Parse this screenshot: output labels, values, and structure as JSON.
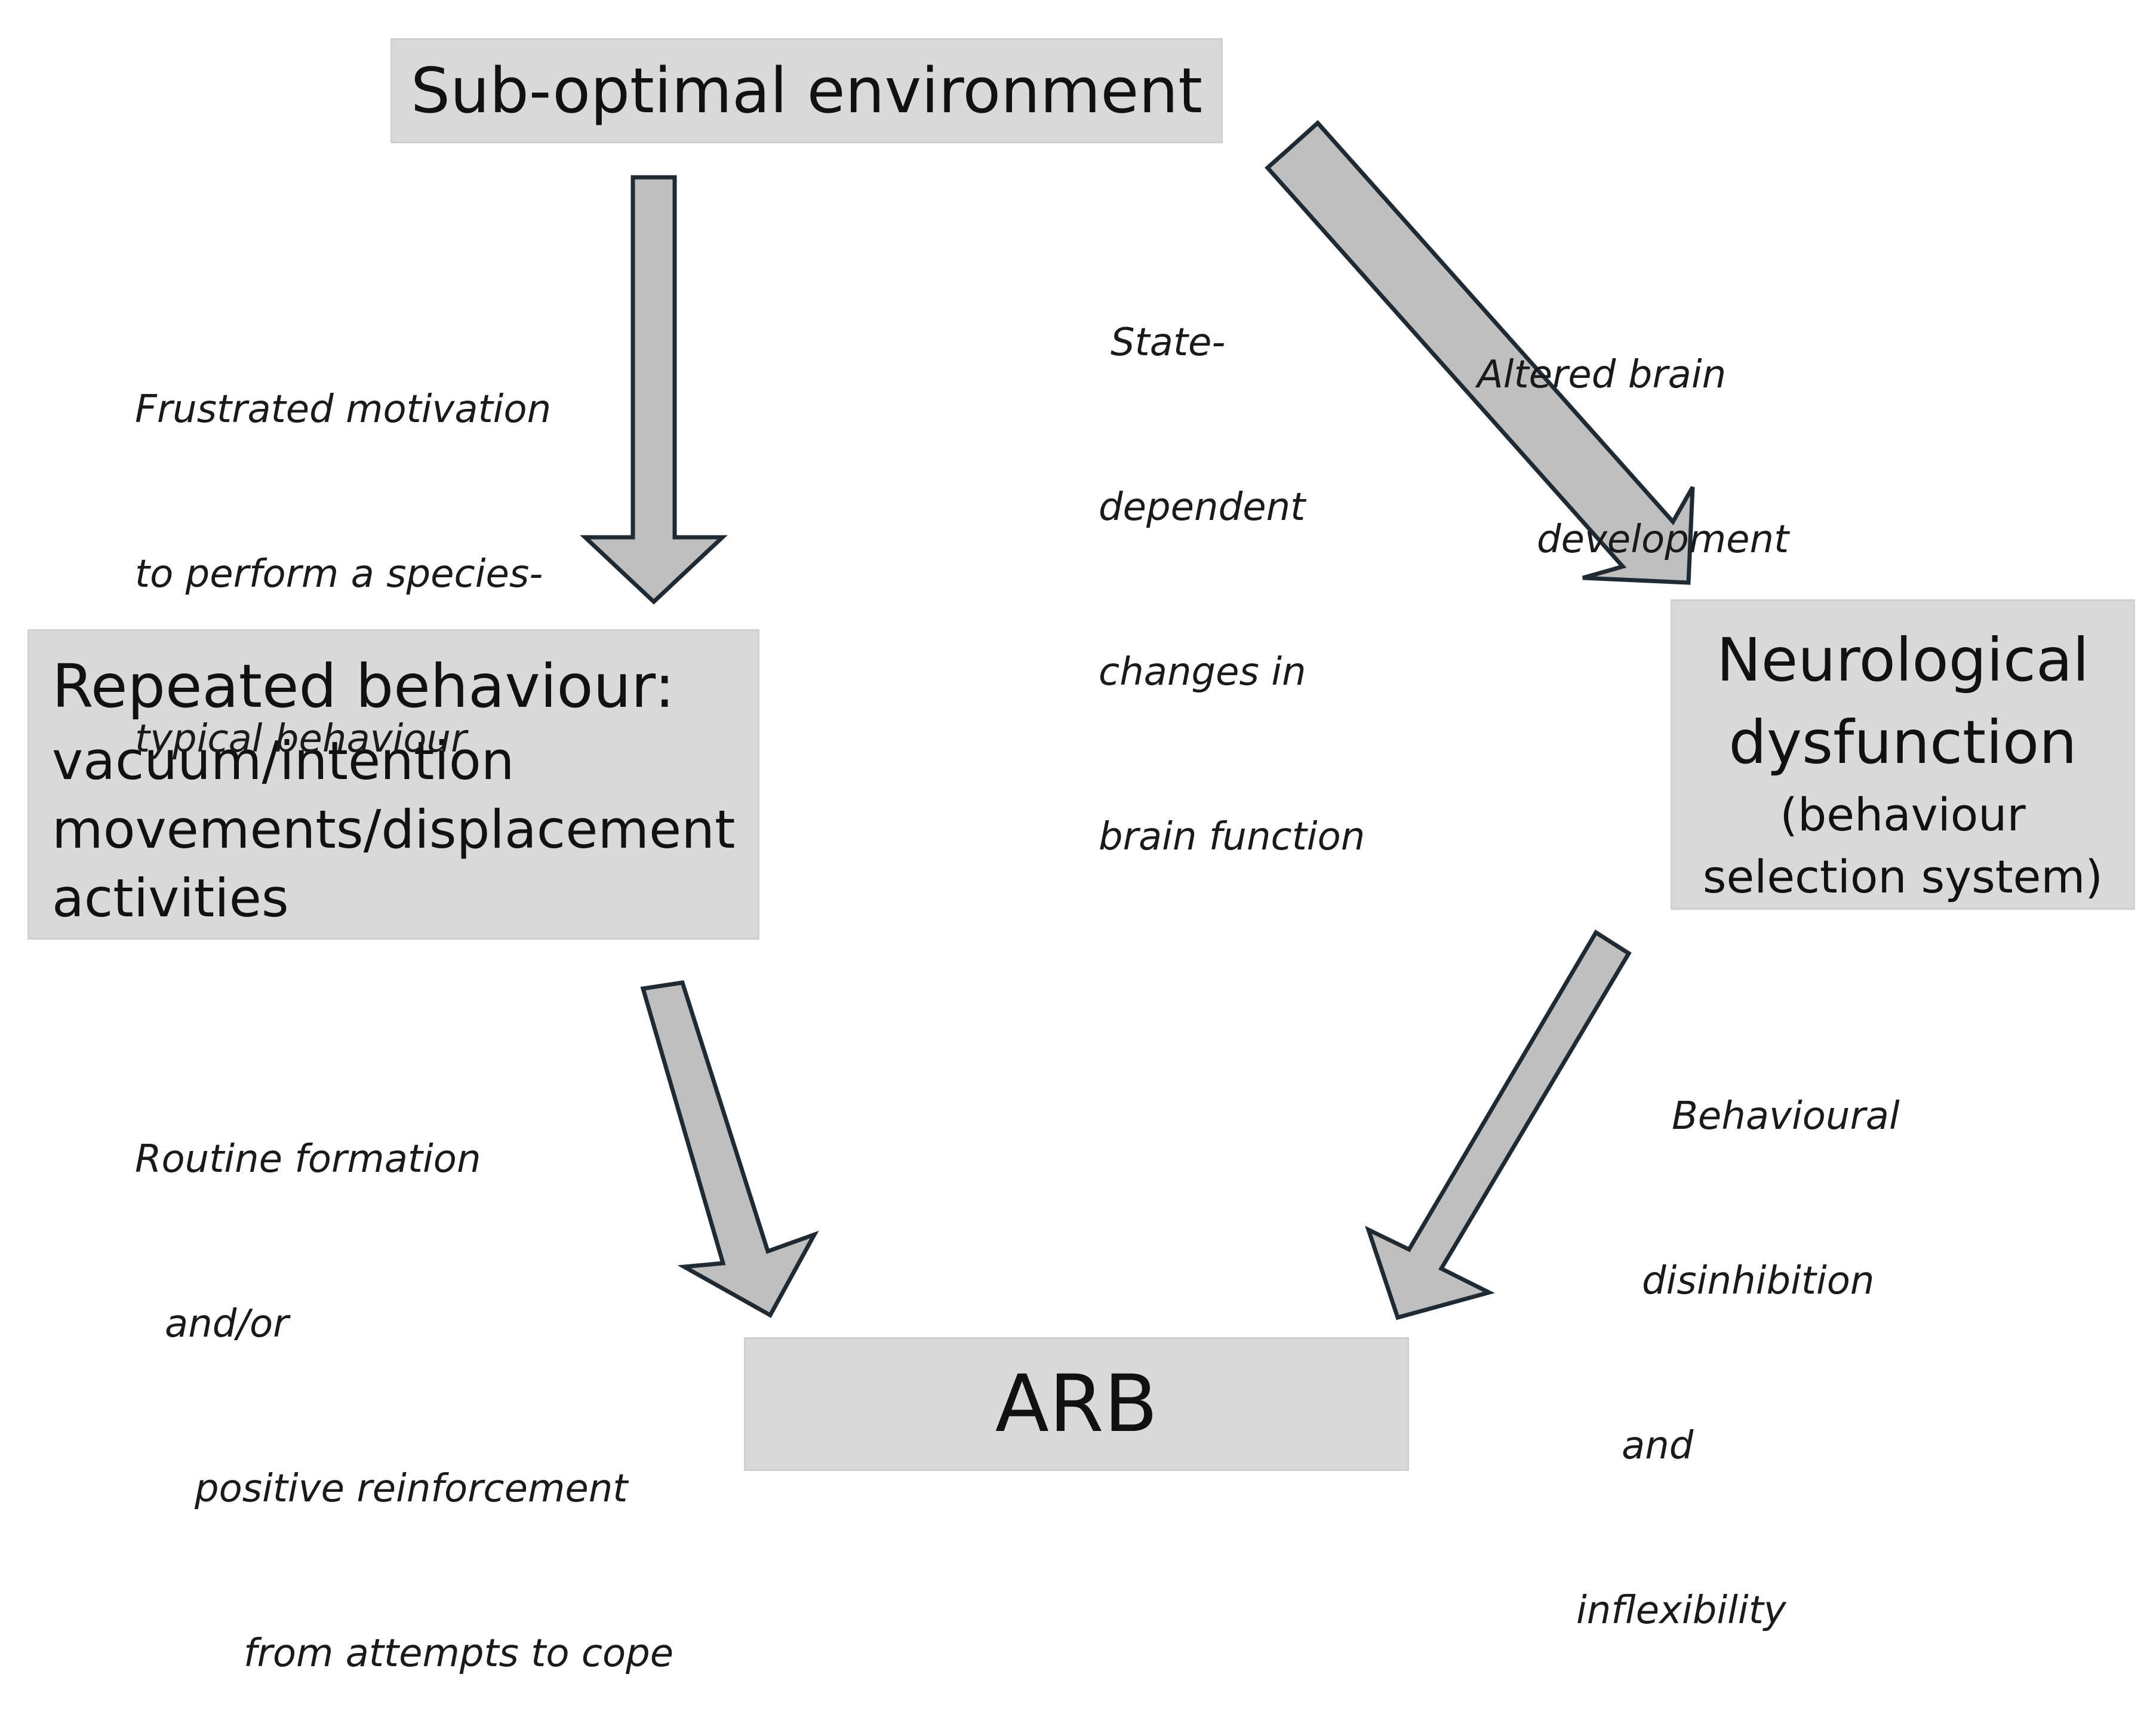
{
  "boxes": {
    "environment": "Sub-optimal environment",
    "repeated": {
      "title": "Repeated behaviour:",
      "lines": [
        "vacuum/intention",
        "movements/displacement",
        "activities"
      ]
    },
    "neuro": {
      "title_lines": [
        "Neurological",
        "dysfunction"
      ],
      "sub_lines": [
        "(behaviour",
        "selection system)"
      ]
    },
    "arb": "ARB"
  },
  "labels": {
    "frustrated": [
      "Frustrated motivation",
      "to perform a species-",
      "typical behaviour"
    ],
    "state": [
      "State-",
      "dependent",
      "changes in",
      "brain function"
    ],
    "altered": [
      "Altered brain",
      "development"
    ],
    "routine": [
      "Routine formation",
      "and/or",
      "positive reinforcement",
      "from attempts to cope"
    ],
    "behavioural": [
      "Behavioural",
      "disinhibition",
      "and",
      "inflexibility"
    ]
  },
  "colors": {
    "box_fill": "#d9d9d9",
    "arrow_fill": "#bfbfbf",
    "arrow_stroke": "#1f2a33"
  }
}
